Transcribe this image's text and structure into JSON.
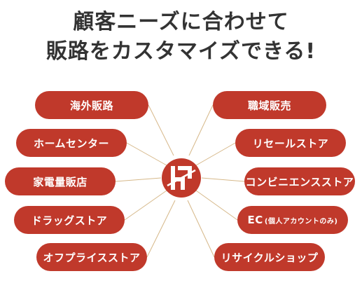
{
  "headline": {
    "line1": "顧客ニーズに合わせて",
    "line2": "販路をカスタマイズできる!"
  },
  "hub": {
    "icon": "brand-monogram-icon"
  },
  "channels_left": [
    {
      "label": "海外販路"
    },
    {
      "label": "ホームセンター"
    },
    {
      "label": "家電量販店"
    },
    {
      "label": "ドラッグストア"
    },
    {
      "label": "オフプライスストア"
    }
  ],
  "channels_right": [
    {
      "label": "職域販売"
    },
    {
      "label": "リセールストア"
    },
    {
      "label": "コンビニエンスストア"
    },
    {
      "label": "EC",
      "sub": "(個人アカウントのみ)"
    },
    {
      "label": "リサイクルショップ"
    }
  ],
  "colors": {
    "pill": "#c0392b",
    "connector": "#d6b889",
    "headline": "#333333"
  }
}
